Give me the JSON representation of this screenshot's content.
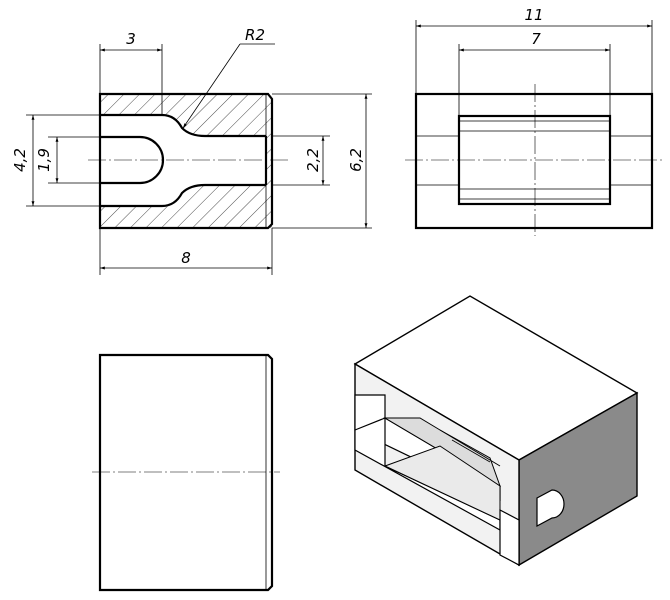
{
  "front_view": {
    "dim_width_top": "3",
    "dim_radius": "R2",
    "dim_outer_height_left": "4,2",
    "dim_inner_height_left": "1,9",
    "dim_hole_right": "2,2",
    "dim_outer_height_right": "6,2",
    "dim_length": "8"
  },
  "top_view": {
    "dim_overall": "11",
    "dim_inner": "7"
  }
}
